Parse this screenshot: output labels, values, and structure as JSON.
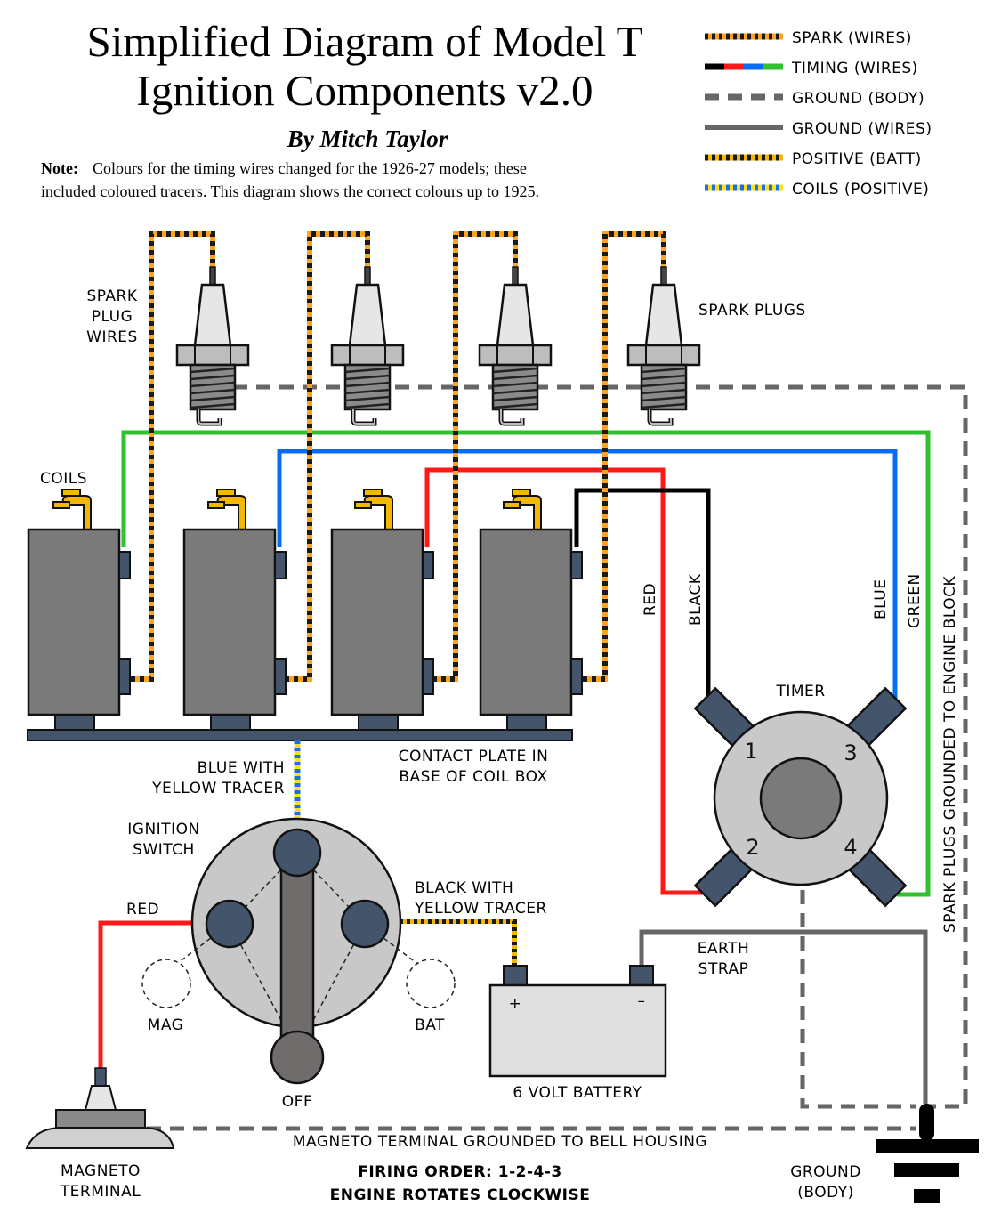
{
  "title": {
    "line1": "Simplified Diagram of Model T",
    "line2": "Ignition Components v2.0",
    "author": "By Mitch Taylor",
    "note_label": "Note:",
    "note_line1": "Colours for the timing wires changed for the 1926-27 models; these",
    "note_line2": "included coloured tracers. This diagram shows the correct colours up to 1925."
  },
  "legend": [
    {
      "label": "SPARK (WIRES)",
      "style": "spark"
    },
    {
      "label": "TIMING (WIRES)",
      "style": "timing"
    },
    {
      "label": "GROUND (BODY)",
      "style": "ground-body"
    },
    {
      "label": "GROUND (WIRES)",
      "style": "ground-wire"
    },
    {
      "label": "POSITIVE (BATT)",
      "style": "positive"
    },
    {
      "label": "COILS (POSITIVE)",
      "style": "coils"
    }
  ],
  "labels": {
    "spark_plug_wires": [
      "SPARK",
      "PLUG",
      "WIRES"
    ],
    "spark_plugs": "SPARK PLUGS",
    "coils": "COILS",
    "contact_plate": [
      "CONTACT PLATE IN",
      "BASE OF COIL BOX"
    ],
    "blue_tracer": [
      "BLUE WITH",
      "YELLOW TRACER"
    ],
    "ignition_switch": [
      "IGNITION",
      "SWITCH"
    ],
    "red_left": "RED",
    "mag": "MAG",
    "off": "OFF",
    "bat": "BAT",
    "black_tracer": [
      "BLACK WITH",
      "YELLOW TRACER"
    ],
    "earth_strap": [
      "EARTH",
      "STRAP"
    ],
    "battery": "6 VOLT BATTERY",
    "battery_plus": "+",
    "battery_minus": "–",
    "timer": "TIMER",
    "red": "RED",
    "black": "BLACK",
    "blue": "BLUE",
    "green": "GREEN",
    "spark_grounded": "SPARK PLUGS GROUNDED TO ENGINE BLOCK",
    "magneto_grounded": "MAGNETO TERMINAL GROUNDED TO BELL HOUSING",
    "magneto_terminal": [
      "MAGNETO",
      "TERMINAL"
    ],
    "firing_order": "FIRING ORDER: 1-2-4-3",
    "engine_rotates": "ENGINE ROTATES CLOCKWISE",
    "ground_body": [
      "GROUND",
      "(BODY)"
    ],
    "timer_numbers": [
      "1",
      "2",
      "3",
      "4"
    ]
  },
  "colors": {
    "spark_orange": "#ffa21f",
    "spark_black": "#1a1a1a",
    "coils_blue": "#1f6fe0",
    "coils_yellow": "#ffe020",
    "timing_red": "#ff1a1a",
    "timing_blue": "#0a6cf0",
    "timing_green": "#30c030",
    "timing_black": "#000000",
    "ground_gray": "#666666",
    "coil_body": "#7a7a7a",
    "terminal_slate": "#44546a",
    "timer_body": "#c8c8c8",
    "brass": "#f5b800"
  }
}
